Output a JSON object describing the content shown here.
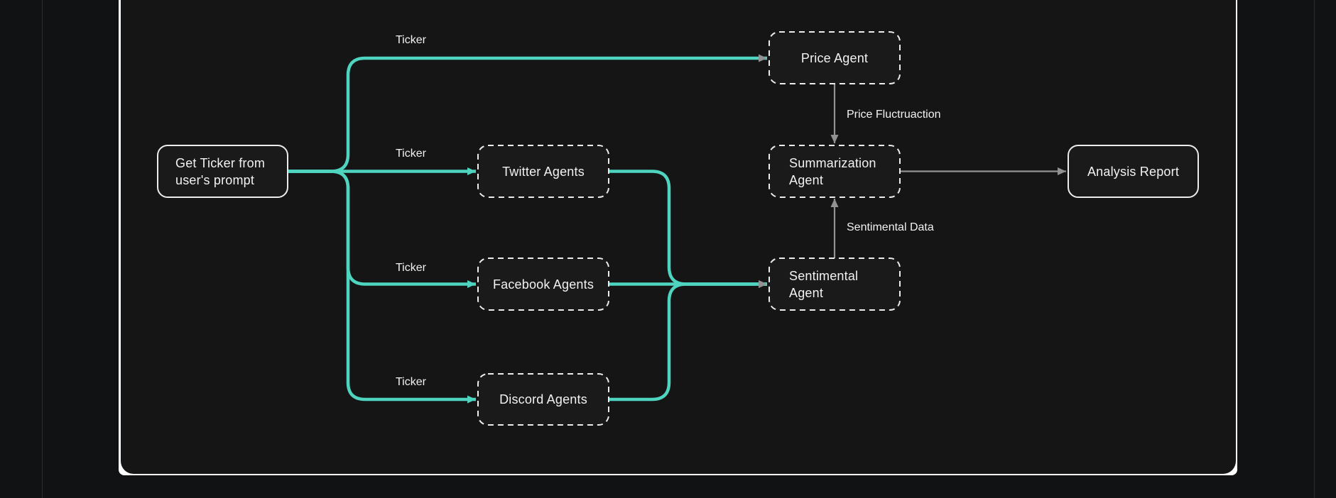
{
  "diagram_type": "flowchart",
  "colors": {
    "teal": "#4ed4bf",
    "gray": "#909294",
    "node_border": "#ececec",
    "node_fill": "#1a1a1a",
    "canvas": "#151516",
    "outer": "#111213",
    "panel": "#ffffff",
    "text": "#f2f2f2"
  },
  "nodes": [
    {
      "id": "get-ticker",
      "lines": [
        "Get Ticker from",
        "user's prompt"
      ],
      "border": "solid"
    },
    {
      "id": "price-agent",
      "lines": [
        "Price Agent"
      ],
      "border": "dashed"
    },
    {
      "id": "twitter-agents",
      "lines": [
        "Twitter Agents"
      ],
      "border": "dashed"
    },
    {
      "id": "facebook-agents",
      "lines": [
        "Facebook Agents"
      ],
      "border": "dashed"
    },
    {
      "id": "discord-agents",
      "lines": [
        "Discord Agents"
      ],
      "border": "dashed"
    },
    {
      "id": "summarization-agent",
      "lines": [
        "Summarization",
        "Agent"
      ],
      "border": "dashed"
    },
    {
      "id": "sentimental-agent",
      "lines": [
        "Sentimental",
        "Agent"
      ],
      "border": "dashed"
    },
    {
      "id": "analysis-report",
      "lines": [
        "Analysis Report"
      ],
      "border": "solid"
    }
  ],
  "edge_labels": {
    "ticker_price": "Ticker",
    "ticker_twitter": "Ticker",
    "ticker_facebook": "Ticker",
    "ticker_discord": "Ticker",
    "price_fluctruaction": "Price Fluctruaction",
    "sentimental_data": "Sentimental Data"
  },
  "edges": [
    {
      "from": "get-ticker",
      "to": "price-agent",
      "label": "Ticker",
      "color": "teal"
    },
    {
      "from": "get-ticker",
      "to": "twitter-agents",
      "label": "Ticker",
      "color": "teal"
    },
    {
      "from": "get-ticker",
      "to": "facebook-agents",
      "label": "Ticker",
      "color": "teal"
    },
    {
      "from": "get-ticker",
      "to": "discord-agents",
      "label": "Ticker",
      "color": "teal"
    },
    {
      "from": "twitter-agents",
      "to": "sentimental-agent",
      "label": "",
      "color": "teal"
    },
    {
      "from": "facebook-agents",
      "to": "sentimental-agent",
      "label": "",
      "color": "teal"
    },
    {
      "from": "discord-agents",
      "to": "sentimental-agent",
      "label": "",
      "color": "teal"
    },
    {
      "from": "price-agent",
      "to": "summarization-agent",
      "label": "Price Fluctruaction",
      "color": "gray"
    },
    {
      "from": "sentimental-agent",
      "to": "summarization-agent",
      "label": "Sentimental Data",
      "color": "gray"
    },
    {
      "from": "summarization-agent",
      "to": "analysis-report",
      "label": "",
      "color": "gray"
    }
  ]
}
